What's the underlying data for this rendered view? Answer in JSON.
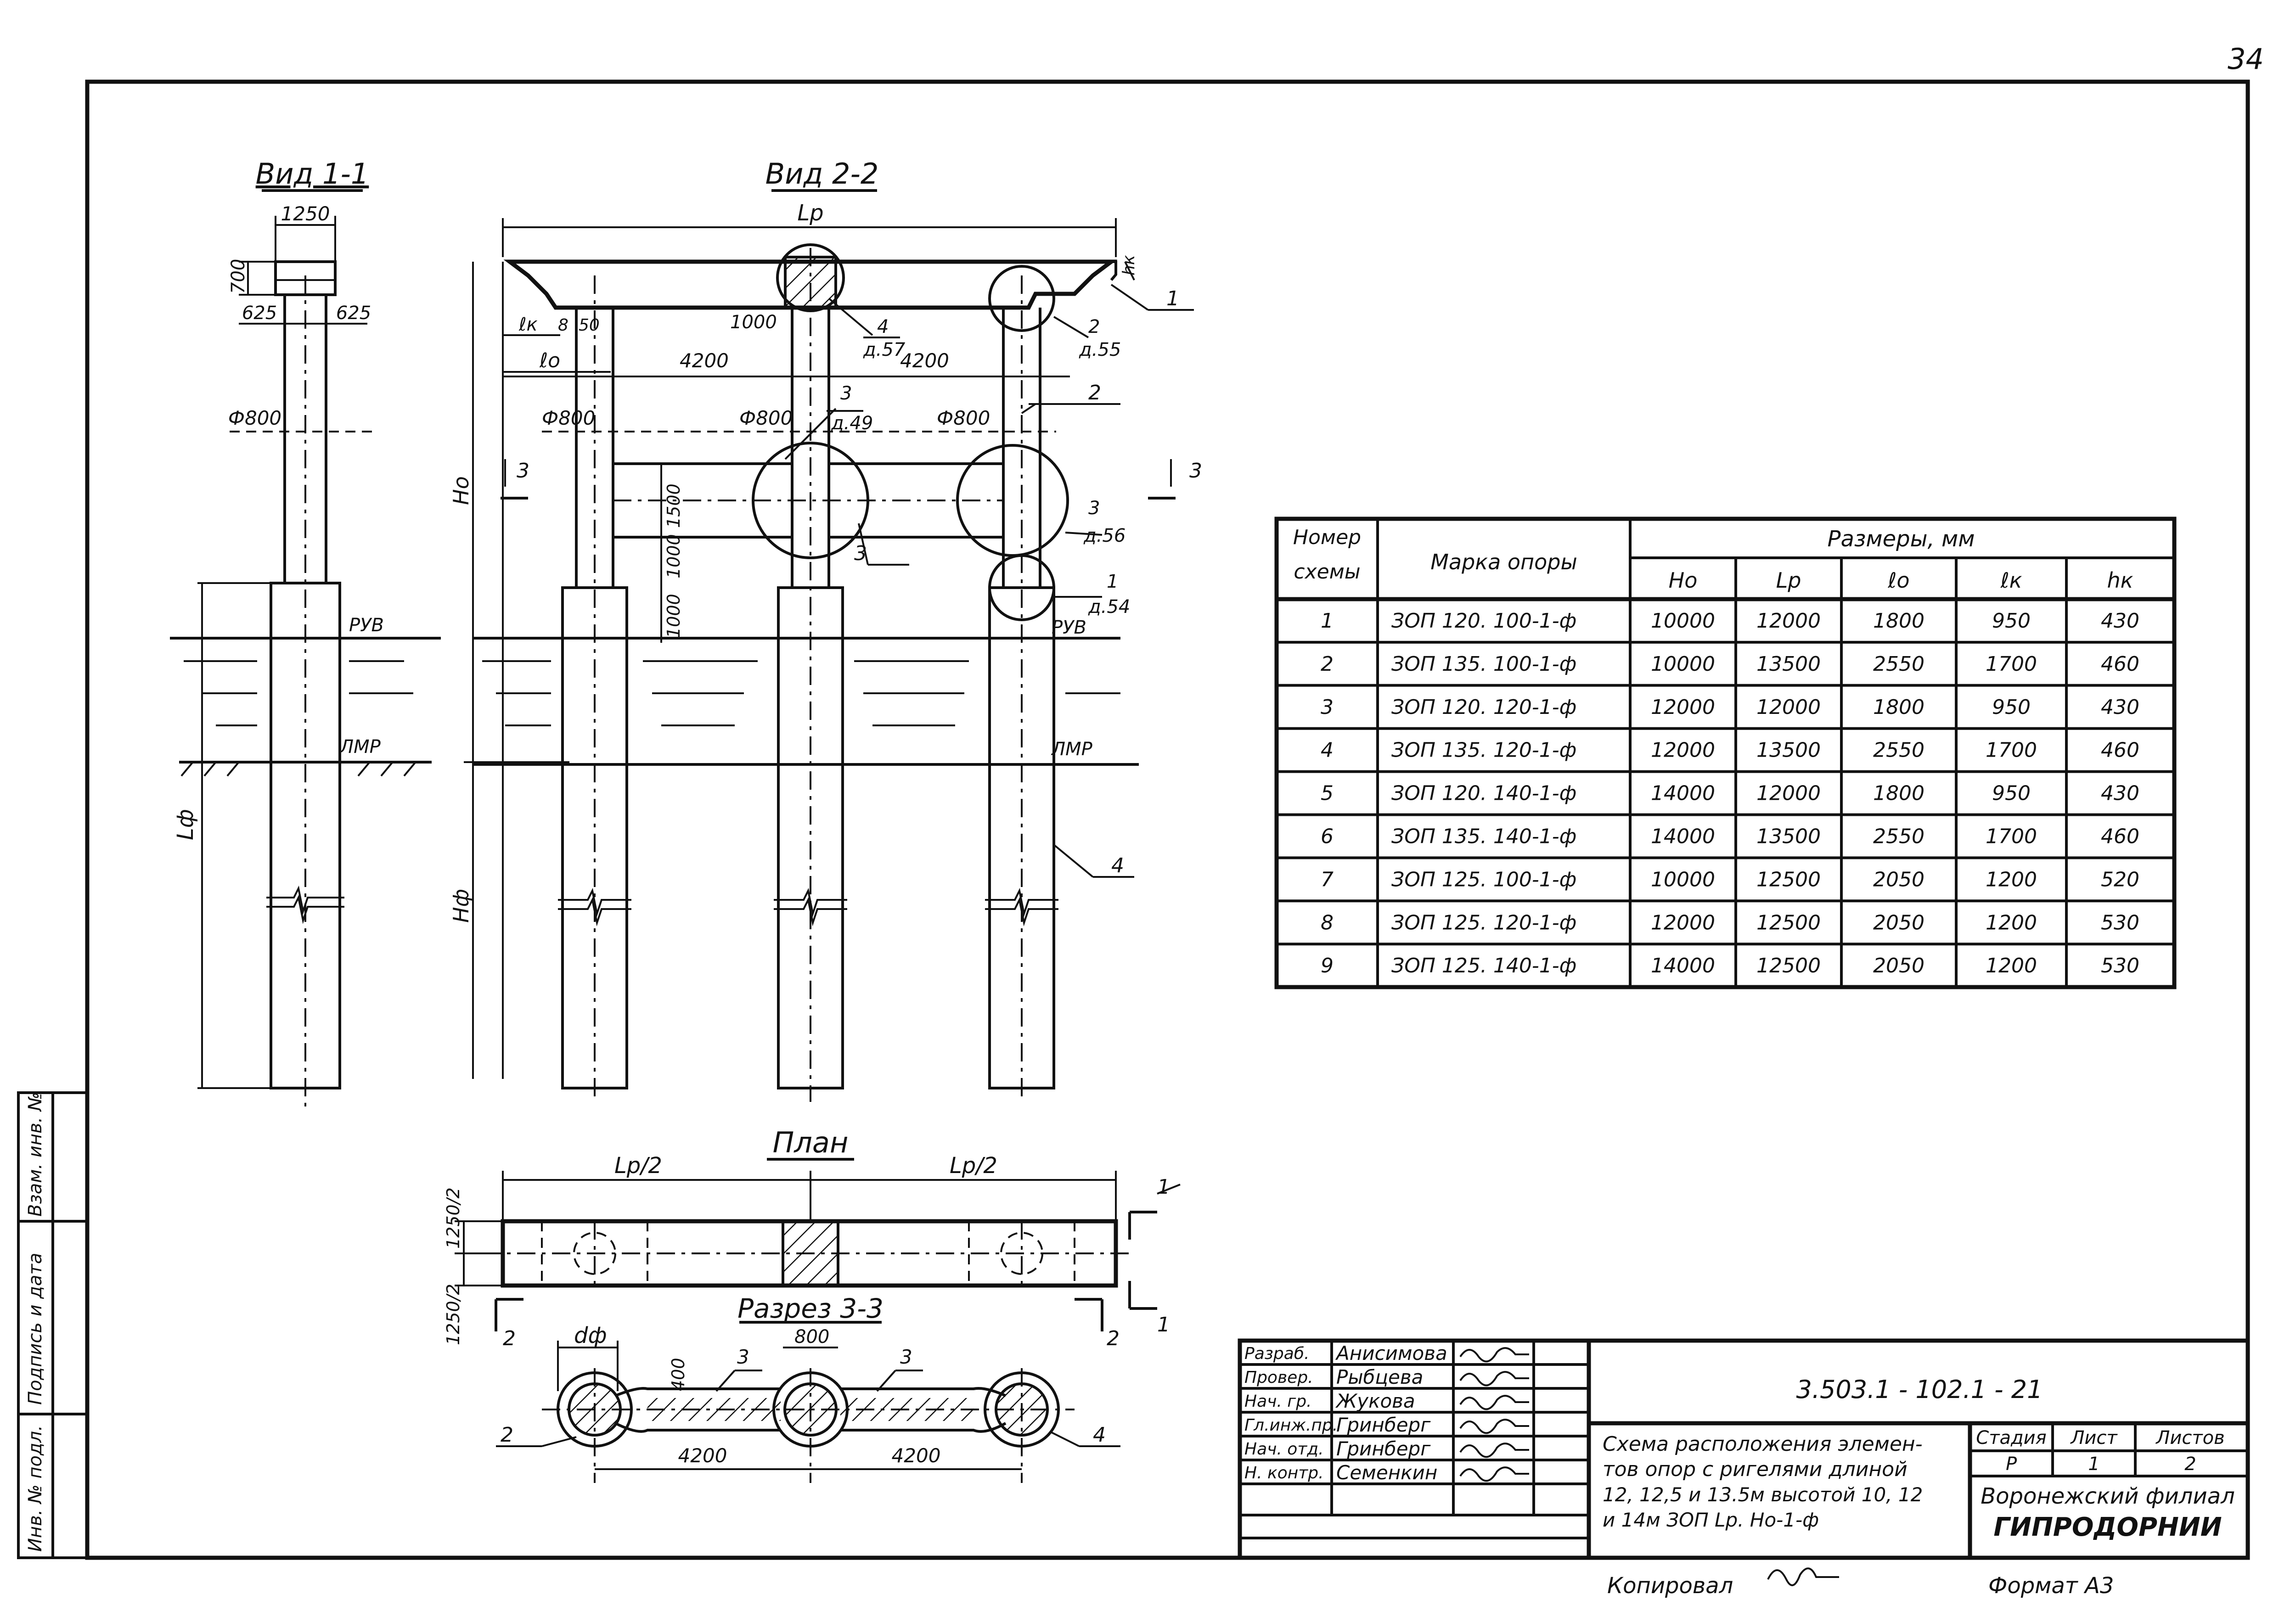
{
  "page_number": "34",
  "views": {
    "view1_title": "Вид 1-1",
    "view2_title": "Вид 2-2",
    "plan_title": "План",
    "section_title": "Разрез 3-3"
  },
  "view1": {
    "dim_width": "1250",
    "dim_height": "700",
    "dim_left": "625",
    "dim_right": "625",
    "dim_diameter": "Ф800",
    "label_ruv": "РУВ",
    "label_lmr": "ЛМР",
    "label_lf": "Lф"
  },
  "view2": {
    "dim_lr": "Lр",
    "dim_hk": "hк",
    "dim_lk": "ℓк",
    "dim_8": "8",
    "dim_50": "50",
    "dim_lo": "ℓo",
    "dim_1000a": "1000",
    "dim_4200a": "4200",
    "dim_4200b": "4200",
    "dim_d1": "Ф800",
    "dim_d2": "Ф800",
    "dim_d3": "Ф800",
    "dim_1500": "1500",
    "dim_1000b": "1000",
    "dim_1000c": "1000",
    "label_ho": "Hо",
    "label_hf": "Hф",
    "label_ruv": "РУВ",
    "label_lmr": "ЛМР",
    "callout_1": "1",
    "callout_2a": "2",
    "callout_2b": "2",
    "callout_3": "3",
    "callout_4": "4",
    "callout_4_ref": "4",
    "callout_4_sheet": "д.57",
    "callout_2_ref": "2",
    "callout_2_sheet": "д.55",
    "callout_3a_ref": "3",
    "callout_3a_sheet": "д.49",
    "callout_3b_ref": "3",
    "callout_3b_sheet": "д.56",
    "callout_1_ref": "1",
    "callout_1_sheet": "д.54",
    "section_mark": "3"
  },
  "plan": {
    "dim_left": "Lр/2",
    "dim_right": "Lр/2",
    "dim_w1": "1250/2",
    "dim_w2": "1250/2",
    "cut_1": "1",
    "cut_2": "2"
  },
  "section": {
    "dim_df": "dф",
    "dim_800": "800",
    "dim_400": "400",
    "dim_4200a": "4200",
    "dim_4200b": "4200",
    "callout_2": "2",
    "callout_3a": "3",
    "callout_3b": "3",
    "callout_4": "4"
  },
  "table": {
    "header_scheme": "Номер схемы",
    "header_scheme_l1": "Номер",
    "header_scheme_l2": "схемы",
    "header_mark": "Марка опоры",
    "header_dims": "Размеры,    мм",
    "subheaders": [
      "Hо",
      "Lр",
      "ℓo",
      "ℓк",
      "hк"
    ],
    "rows": [
      [
        "1",
        "ЗОП 120. 100-1-ф",
        "10000",
        "12000",
        "1800",
        "950",
        "430"
      ],
      [
        "2",
        "ЗОП 135. 100-1-ф",
        "10000",
        "13500",
        "2550",
        "1700",
        "460"
      ],
      [
        "3",
        "ЗОП 120. 120-1-ф",
        "12000",
        "12000",
        "1800",
        "950",
        "430"
      ],
      [
        "4",
        "ЗОП 135. 120-1-ф",
        "12000",
        "13500",
        "2550",
        "1700",
        "460"
      ],
      [
        "5",
        "ЗОП 120. 140-1-ф",
        "14000",
        "12000",
        "1800",
        "950",
        "430"
      ],
      [
        "6",
        "ЗОП 135. 140-1-ф",
        "14000",
        "13500",
        "2550",
        "1700",
        "460"
      ],
      [
        "7",
        "ЗОП 125. 100-1-ф",
        "10000",
        "12500",
        "2050",
        "1200",
        "520"
      ],
      [
        "8",
        "ЗОП 125. 120-1-ф",
        "12000",
        "12500",
        "2050",
        "1200",
        "530"
      ],
      [
        "9",
        "ЗОП 125. 140-1-ф",
        "14000",
        "12500",
        "2050",
        "1200",
        "530"
      ]
    ]
  },
  "title_block": {
    "roles": [
      "Разраб.",
      "Провер.",
      "Нач. гр.",
      "Гл.инж.пр.",
      "Нач. отд.",
      "Н. контр."
    ],
    "names": [
      "Анисимова",
      "Рыбцева",
      "Жукова",
      "Гринберг",
      "Гринберг",
      "Семенкин"
    ],
    "doc_code": "3.503.1 - 102.1 - 21",
    "description_l1": "Схема расположения элемен-",
    "description_l2": "тов опор с ригелями длиной",
    "description_l3": "12, 12,5 и 13.5м высотой 10, 12",
    "description_l4": "и 14м  ЗОП Lр. Hо-1-ф",
    "stage_label": "Стадия",
    "stage_value": "Р",
    "sheet_label": "Лист",
    "sheet_value": "1",
    "sheets_label": "Листов",
    "sheets_value": "2",
    "org_l1": "Воронежский филиал",
    "org_l2": "ГИПРОДОРНИИ"
  },
  "side_stamp": {
    "inv_no": "Инв. № подл.",
    "sign_date": "Подпись и дата",
    "replace_inv": "Взам. инв. №"
  },
  "footer": {
    "copied": "Копировал",
    "format": "Формат А3"
  }
}
